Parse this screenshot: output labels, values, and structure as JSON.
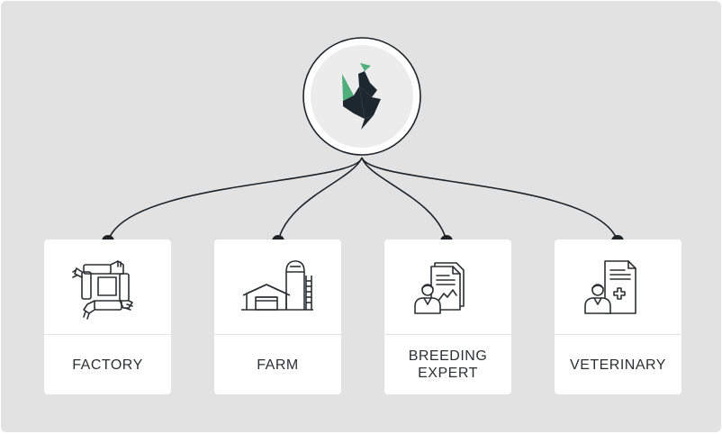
{
  "colors": {
    "background": "#e2e2e2",
    "card": "#ffffff",
    "line": "#1e2327",
    "logo_dark": "#1c2730",
    "logo_green": "#4fae7c",
    "text": "#2b2f33"
  },
  "hub": {
    "icon": "bird-logo-icon"
  },
  "cards": [
    {
      "label": "FACTORY",
      "icon": "handshake-circle-icon"
    },
    {
      "label": "FARM",
      "icon": "barn-silo-icon"
    },
    {
      "label": "BREEDING\nEXPERT",
      "icon": "person-documents-chart-icon"
    },
    {
      "label": "VETERINARY",
      "icon": "doctor-medical-record-icon"
    }
  ]
}
